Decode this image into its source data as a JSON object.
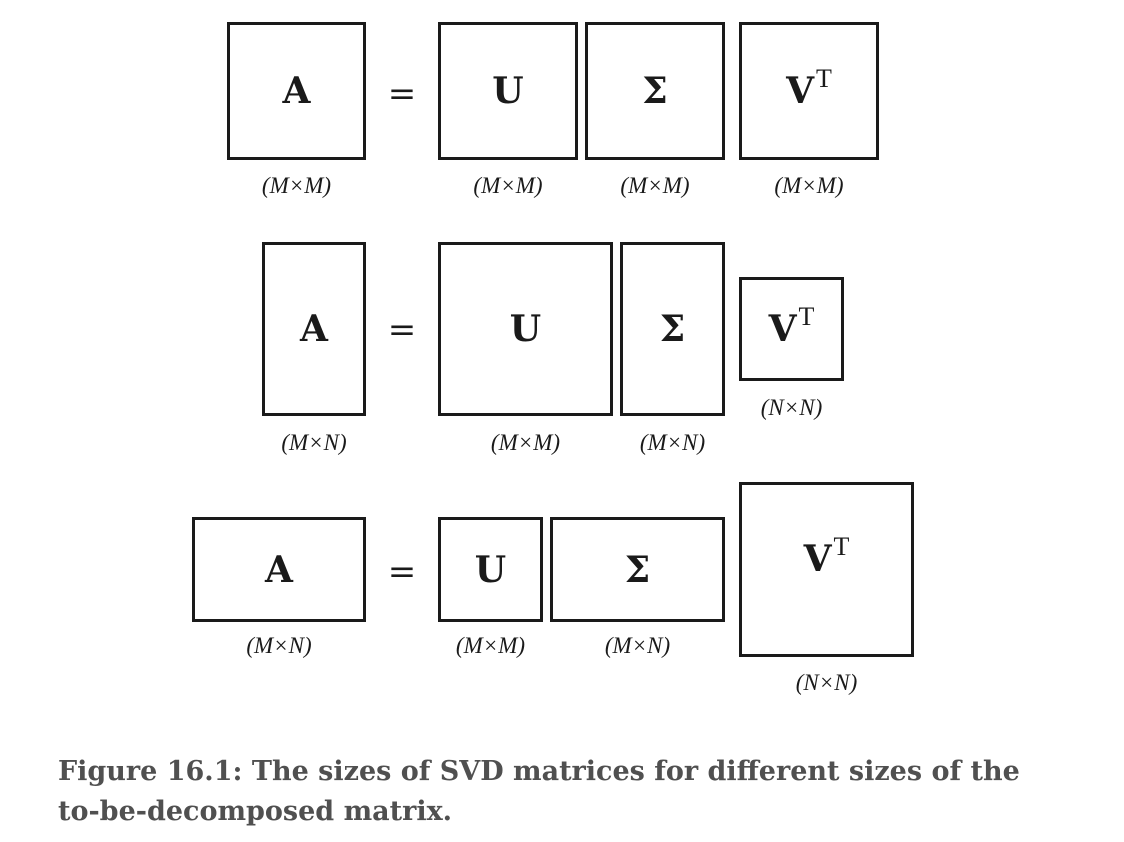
{
  "row1": {
    "a": {
      "symbol": "A",
      "dims": "(M×M)"
    },
    "equals": "=",
    "u": {
      "symbol": "U",
      "dims": "(M×M)"
    },
    "sigma": {
      "symbol": "Σ",
      "dims": "(M×M)"
    },
    "vt": {
      "symbol": "V",
      "superscript": "T",
      "dims": "(M×M)"
    }
  },
  "row2": {
    "a": {
      "symbol": "A",
      "dims": "(M×N)"
    },
    "equals": "=",
    "u": {
      "symbol": "U",
      "dims": "(M×M)"
    },
    "sigma": {
      "symbol": "Σ",
      "dims": "(M×N)"
    },
    "vt": {
      "symbol": "V",
      "superscript": "T",
      "dims": "(N×N)"
    }
  },
  "row3": {
    "a": {
      "symbol": "A",
      "dims": "(M×N)"
    },
    "equals": "=",
    "u": {
      "symbol": "U",
      "dims": "(M×M)"
    },
    "sigma": {
      "symbol": "Σ",
      "dims": "(M×N)"
    },
    "vt": {
      "symbol": "V",
      "superscript": "T",
      "dims": "(N×N)"
    }
  },
  "caption": "Figure 16.1: The sizes of SVD matrices for different sizes of the to-be-decomposed matrix."
}
